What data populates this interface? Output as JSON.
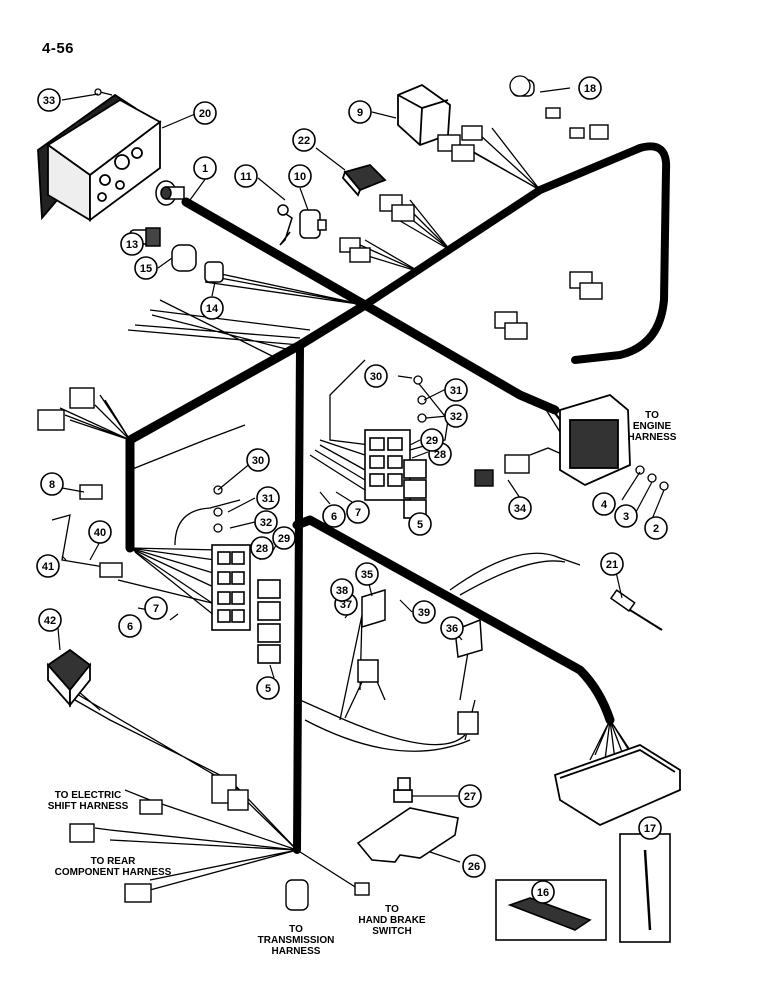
{
  "page_number": "4-56",
  "callout_numbers": [
    "1",
    "2",
    "3",
    "4",
    "5",
    "6",
    "7",
    "8",
    "9",
    "10",
    "11",
    "13",
    "14",
    "15",
    "16",
    "17",
    "18",
    "20",
    "21",
    "22",
    "26",
    "27",
    "28",
    "29",
    "30",
    "31",
    "32",
    "33",
    "34",
    "35",
    "36",
    "37",
    "38",
    "39",
    "40",
    "41",
    "42"
  ],
  "labels": {
    "to_engine": [
      "TO",
      "ENGINE",
      "HARNESS"
    ],
    "to_electric_shift": [
      "TO ELECTRIC",
      "SHIFT HARNESS"
    ],
    "to_rear": [
      "TO REAR",
      "COMPONENT HARNESS"
    ],
    "to_transmission": [
      "TO",
      "TRANSMISSION",
      "HARNESS"
    ],
    "to_hand_brake": [
      "TO",
      "HAND BRAKE",
      "SWITCH"
    ]
  }
}
